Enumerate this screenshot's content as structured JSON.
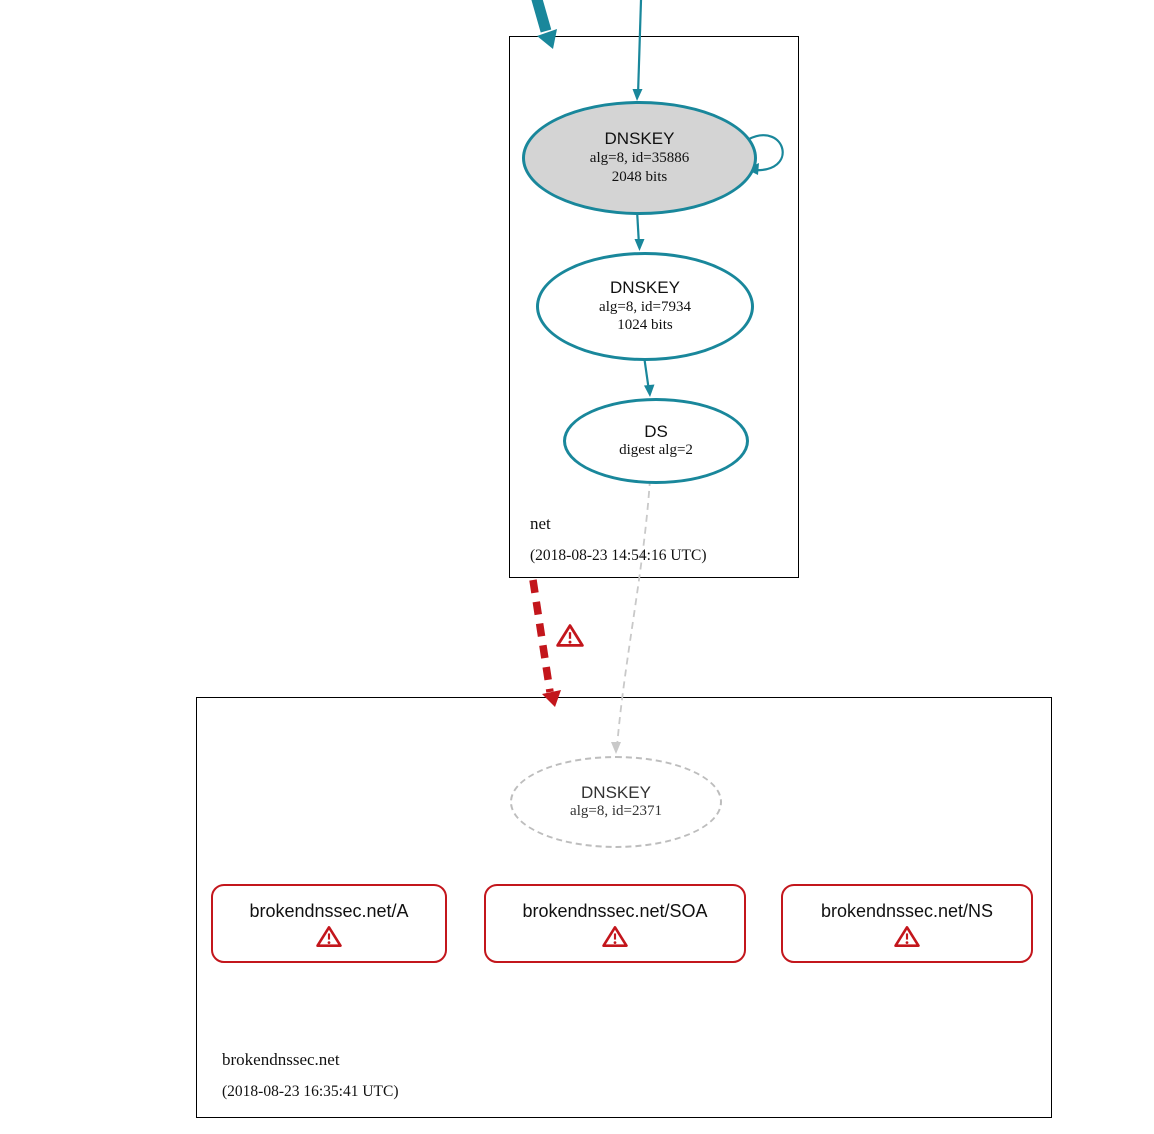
{
  "colors": {
    "secure_teal": "#19879b",
    "error_red": "#c3161c",
    "insecure_gray": "#c9c9c9",
    "ksk_fill": "#d4d4d4"
  },
  "net_zone": {
    "zone_label": "net",
    "timestamp": "(2018-08-23 14:54:16 UTC)",
    "ksk": {
      "title": "DNSKEY",
      "detail1": "alg=8, id=35886",
      "detail2": "2048 bits"
    },
    "zsk": {
      "title": "DNSKEY",
      "detail1": "alg=8, id=7934",
      "detail2": "1024 bits"
    },
    "ds": {
      "title": "DS",
      "detail1": "digest alg=2"
    }
  },
  "broken_zone": {
    "zone_label": "brokendnssec.net",
    "timestamp": "(2018-08-23 16:35:41 UTC)",
    "dnskey": {
      "title": "DNSKEY",
      "detail1": "alg=8, id=2371"
    },
    "rrsets": [
      {
        "label": "brokendnssec.net/A"
      },
      {
        "label": "brokendnssec.net/SOA"
      },
      {
        "label": "brokendnssec.net/NS"
      }
    ]
  }
}
